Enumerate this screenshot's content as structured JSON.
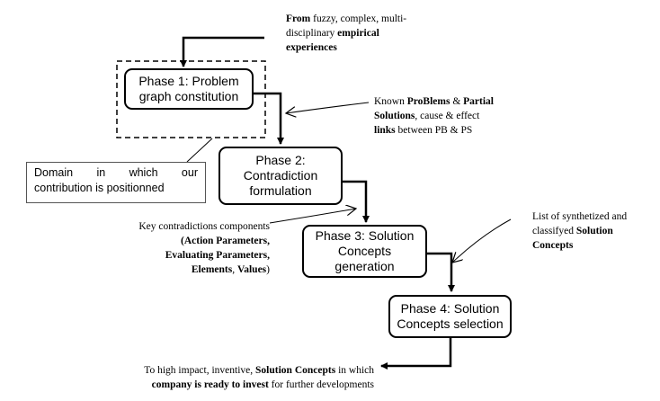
{
  "phases": [
    {
      "line1": "Phase 1: Problem",
      "line2": "graph constitution",
      "line3": ""
    },
    {
      "line1": "Phase 2:",
      "line2": "Contradiction",
      "line3": "formulation"
    },
    {
      "line1": "Phase 3: Solution",
      "line2": "Concepts",
      "line3": "generation"
    },
    {
      "line1": "Phase 4: Solution",
      "line2": "Concepts selection",
      "line3": ""
    }
  ],
  "domain_box": {
    "line1": "Domain in which our",
    "line2": "contribution is positionned"
  },
  "notes": {
    "input": {
      "b1": "From",
      "t1": " fuzzy, complex, multi-",
      "t2": "disciplinary ",
      "b2": "empirical",
      "b3": "experiences"
    },
    "known": {
      "b1": "ProBlems",
      "t1": "Known ",
      "t2": " & ",
      "b2": "Partial",
      "b3": "Solutions",
      "t3": ", cause & effect",
      "b4": "links",
      "t4": " between PB & PS"
    },
    "contradictions": {
      "t1": "Key contradictions components",
      "b1": "(Action Parameters,",
      "b2": "Evaluating Parameters,",
      "b3": "Elements",
      "t2": ", ",
      "b4": "Values",
      "t3": ")"
    },
    "synth": {
      "t1": "List of synthetized and",
      "t2": "classifyed ",
      "b1": "Solution",
      "b2": "Concepts"
    },
    "output": {
      "t1": "To high impact, inventive, ",
      "b1": "Solution Concepts",
      "t2": " in which",
      "b2": "company is ready to invest",
      "t3": " for further developments"
    }
  }
}
